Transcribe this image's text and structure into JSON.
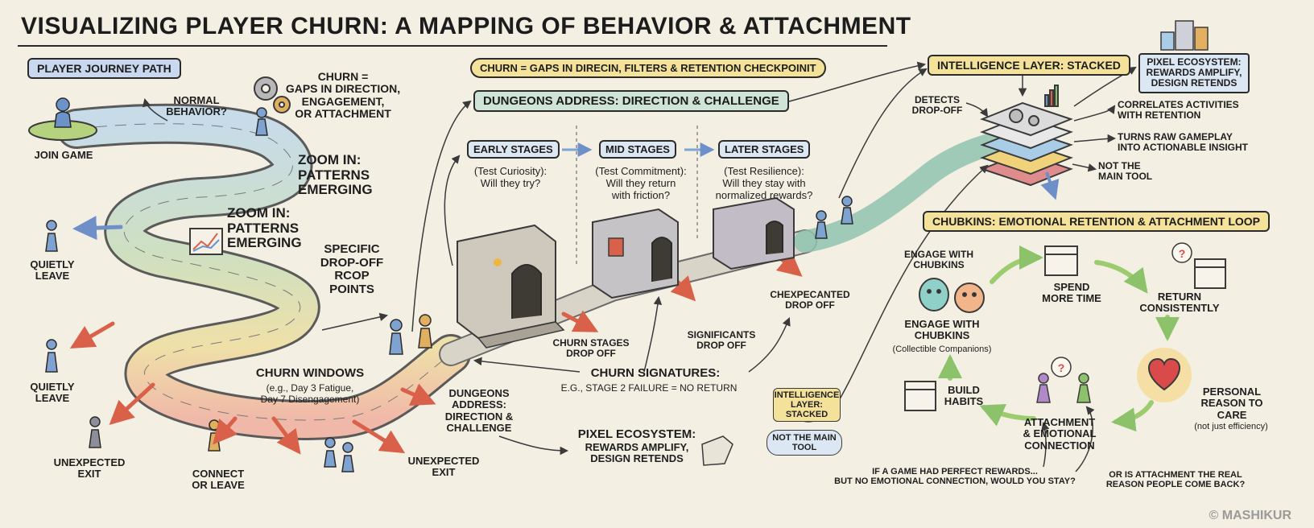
{
  "title": "VISUALIZING PLAYER CHURN: A MAPPING OF BEHAVIOR & ATTACHMENT",
  "left": {
    "journey_label": "PLAYER JOURNEY PATH",
    "join_game": "JOIN GAME",
    "normal_behavior": [
      "NORMAL",
      "BEHAVIOR?"
    ],
    "churn_def": [
      "CHURN =",
      "GAPS IN DIRECTION,",
      "ENGAGEMENT,",
      "OR ATTACHMENT"
    ],
    "zoom_1": [
      "ZOOM IN:",
      "PATTERNS",
      "EMERGING"
    ],
    "zoom_2": [
      "ZOOM IN:",
      "PATTERNS",
      "EMERGING"
    ],
    "specific_drop": [
      "SPECIFIC",
      "DROP-OFF",
      "RCOP",
      "POINTS"
    ],
    "quietly_leave_1": [
      "QUIETLY",
      "LEAVE"
    ],
    "quietly_leave_2": [
      "QUIETLY",
      "LEAVE"
    ],
    "churn_windows": "CHURN WINDOWS",
    "churn_windows_sub": [
      "(e.g., Day 3 Fatigue,",
      "Day 7 Disengagement)"
    ],
    "unexpected_exit_1": [
      "UNEXPECTED",
      "EXIT"
    ],
    "connect_leave": [
      "CONNECT",
      "OR LEAVE"
    ],
    "unexpected_exit_2": [
      "UNEXPECTED",
      "EXIT"
    ]
  },
  "middle": {
    "churn_banner": "CHURN = GAPS IN DIRECIN, FILTERS & RETENTION CHECKPOINIT",
    "dungeons_banner": "DUNGEONS ADDRESS: DIRECTION & CHALLENGE",
    "stages": [
      {
        "label": "EARLY STAGES",
        "desc": [
          "(Test Curiosity):",
          "Will they try?"
        ]
      },
      {
        "label": "MID STAGES",
        "desc": [
          "(Test Commitment):",
          "Will they return",
          "with friction?"
        ]
      },
      {
        "label": "LATER STAGES",
        "desc": [
          "(Test Resilience):",
          "Will they stay with",
          "normalized rewards?"
        ]
      }
    ],
    "churn_stages_drop": [
      "CHURN STAGES",
      "DROP OFF"
    ],
    "significants_drop": [
      "SIGNIFICANTS",
      "DROP OFF"
    ],
    "chexpecanted_drop": [
      "CHEXPECANTED",
      "DROP OFF"
    ],
    "churn_signatures": "CHURN SIGNATURES:",
    "churn_signatures_sub": "e.g., STAGE 2 FAILURE = NO RETURN",
    "dungeons_address_lower": [
      "DUNGEONS",
      "ADDRESS:",
      "DIRECTION &",
      "CHALLENGE"
    ],
    "pixel_ecosystem_lower": [
      "PIXEL ECOSYSTEM:",
      "REWARDS AMPLIFY,",
      "DESIGN RETENDS"
    ],
    "intel_small": [
      "INTELLIGENCE",
      "LAYER:",
      "STACKED"
    ],
    "not_main_tool_small": [
      "NOT THE MAIN",
      "TOOL"
    ]
  },
  "right": {
    "intel_banner": "INTELLIGENCE LAYER: STACKED",
    "pixel_box": [
      "PIXEL ECOSYSTEM:",
      "REWARDS AMPLIFY,",
      "DESIGN RETENDS"
    ],
    "detects": [
      "DETECTS",
      "DROP-OFF"
    ],
    "correlates": [
      "CORRELATES ACTIVITIES",
      "WITH RETENTION"
    ],
    "turns_raw": [
      "TURNS RAW GAMEPLAY",
      "INTO ACTIONABLE INSIGHT"
    ],
    "not_main_tool": [
      "NOT THE",
      "MAIN TOOL"
    ],
    "chubkins_banner": "CHUBKINS: EMOTIONAL RETENTION & ATTACHMENT LOOP",
    "engage_1": [
      "ENGAGE WITH",
      "CHUBKINS"
    ],
    "spend": [
      "SPEND",
      "MORE TIME"
    ],
    "return": [
      "RETURN",
      "CONSISTENTLY"
    ],
    "engage_2": [
      "ENGAGE WITH",
      "CHUBKINS"
    ],
    "engage_2_sub": "(Collectible Companions)",
    "personal": [
      "PERSONAL",
      "REASON TO",
      "CARE"
    ],
    "personal_sub": "(not just efficiency)",
    "build_habits": [
      "BUILD",
      "HABITS"
    ],
    "attachment": [
      "ATTACHMENT",
      "& EMOTIONAL",
      "CONNECTION"
    ],
    "question_1": [
      "IF A GAME HAD PERFECT REWARDS...",
      "BUT NO EMOTIONAL CONNECTION, WOULD YOU STAY?"
    ],
    "question_2": [
      "OR IS ATTACHMENT THE REAL",
      "REASON PEOPLE COME BACK?"
    ],
    "signature": "© MASHIKUR"
  }
}
